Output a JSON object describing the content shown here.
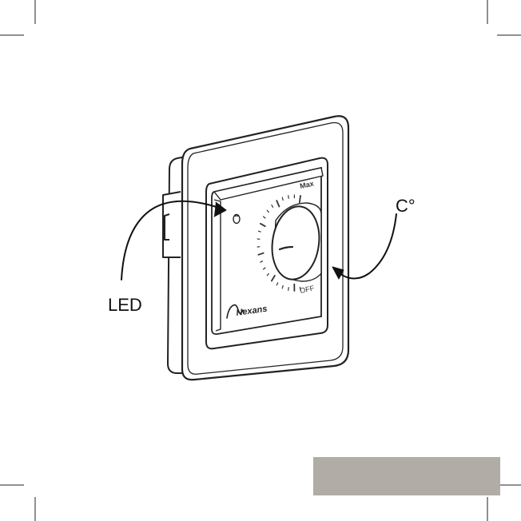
{
  "labels": {
    "led": "LED",
    "temperature": "C°",
    "brand": "Nexans",
    "dial_max": "Max",
    "dial_off": "OFF"
  },
  "colors": {
    "line": "#222222",
    "tab": "#b1aca6"
  },
  "icons": {
    "brand_logo": "nexans-wave-logo",
    "led": "led-indicator"
  }
}
